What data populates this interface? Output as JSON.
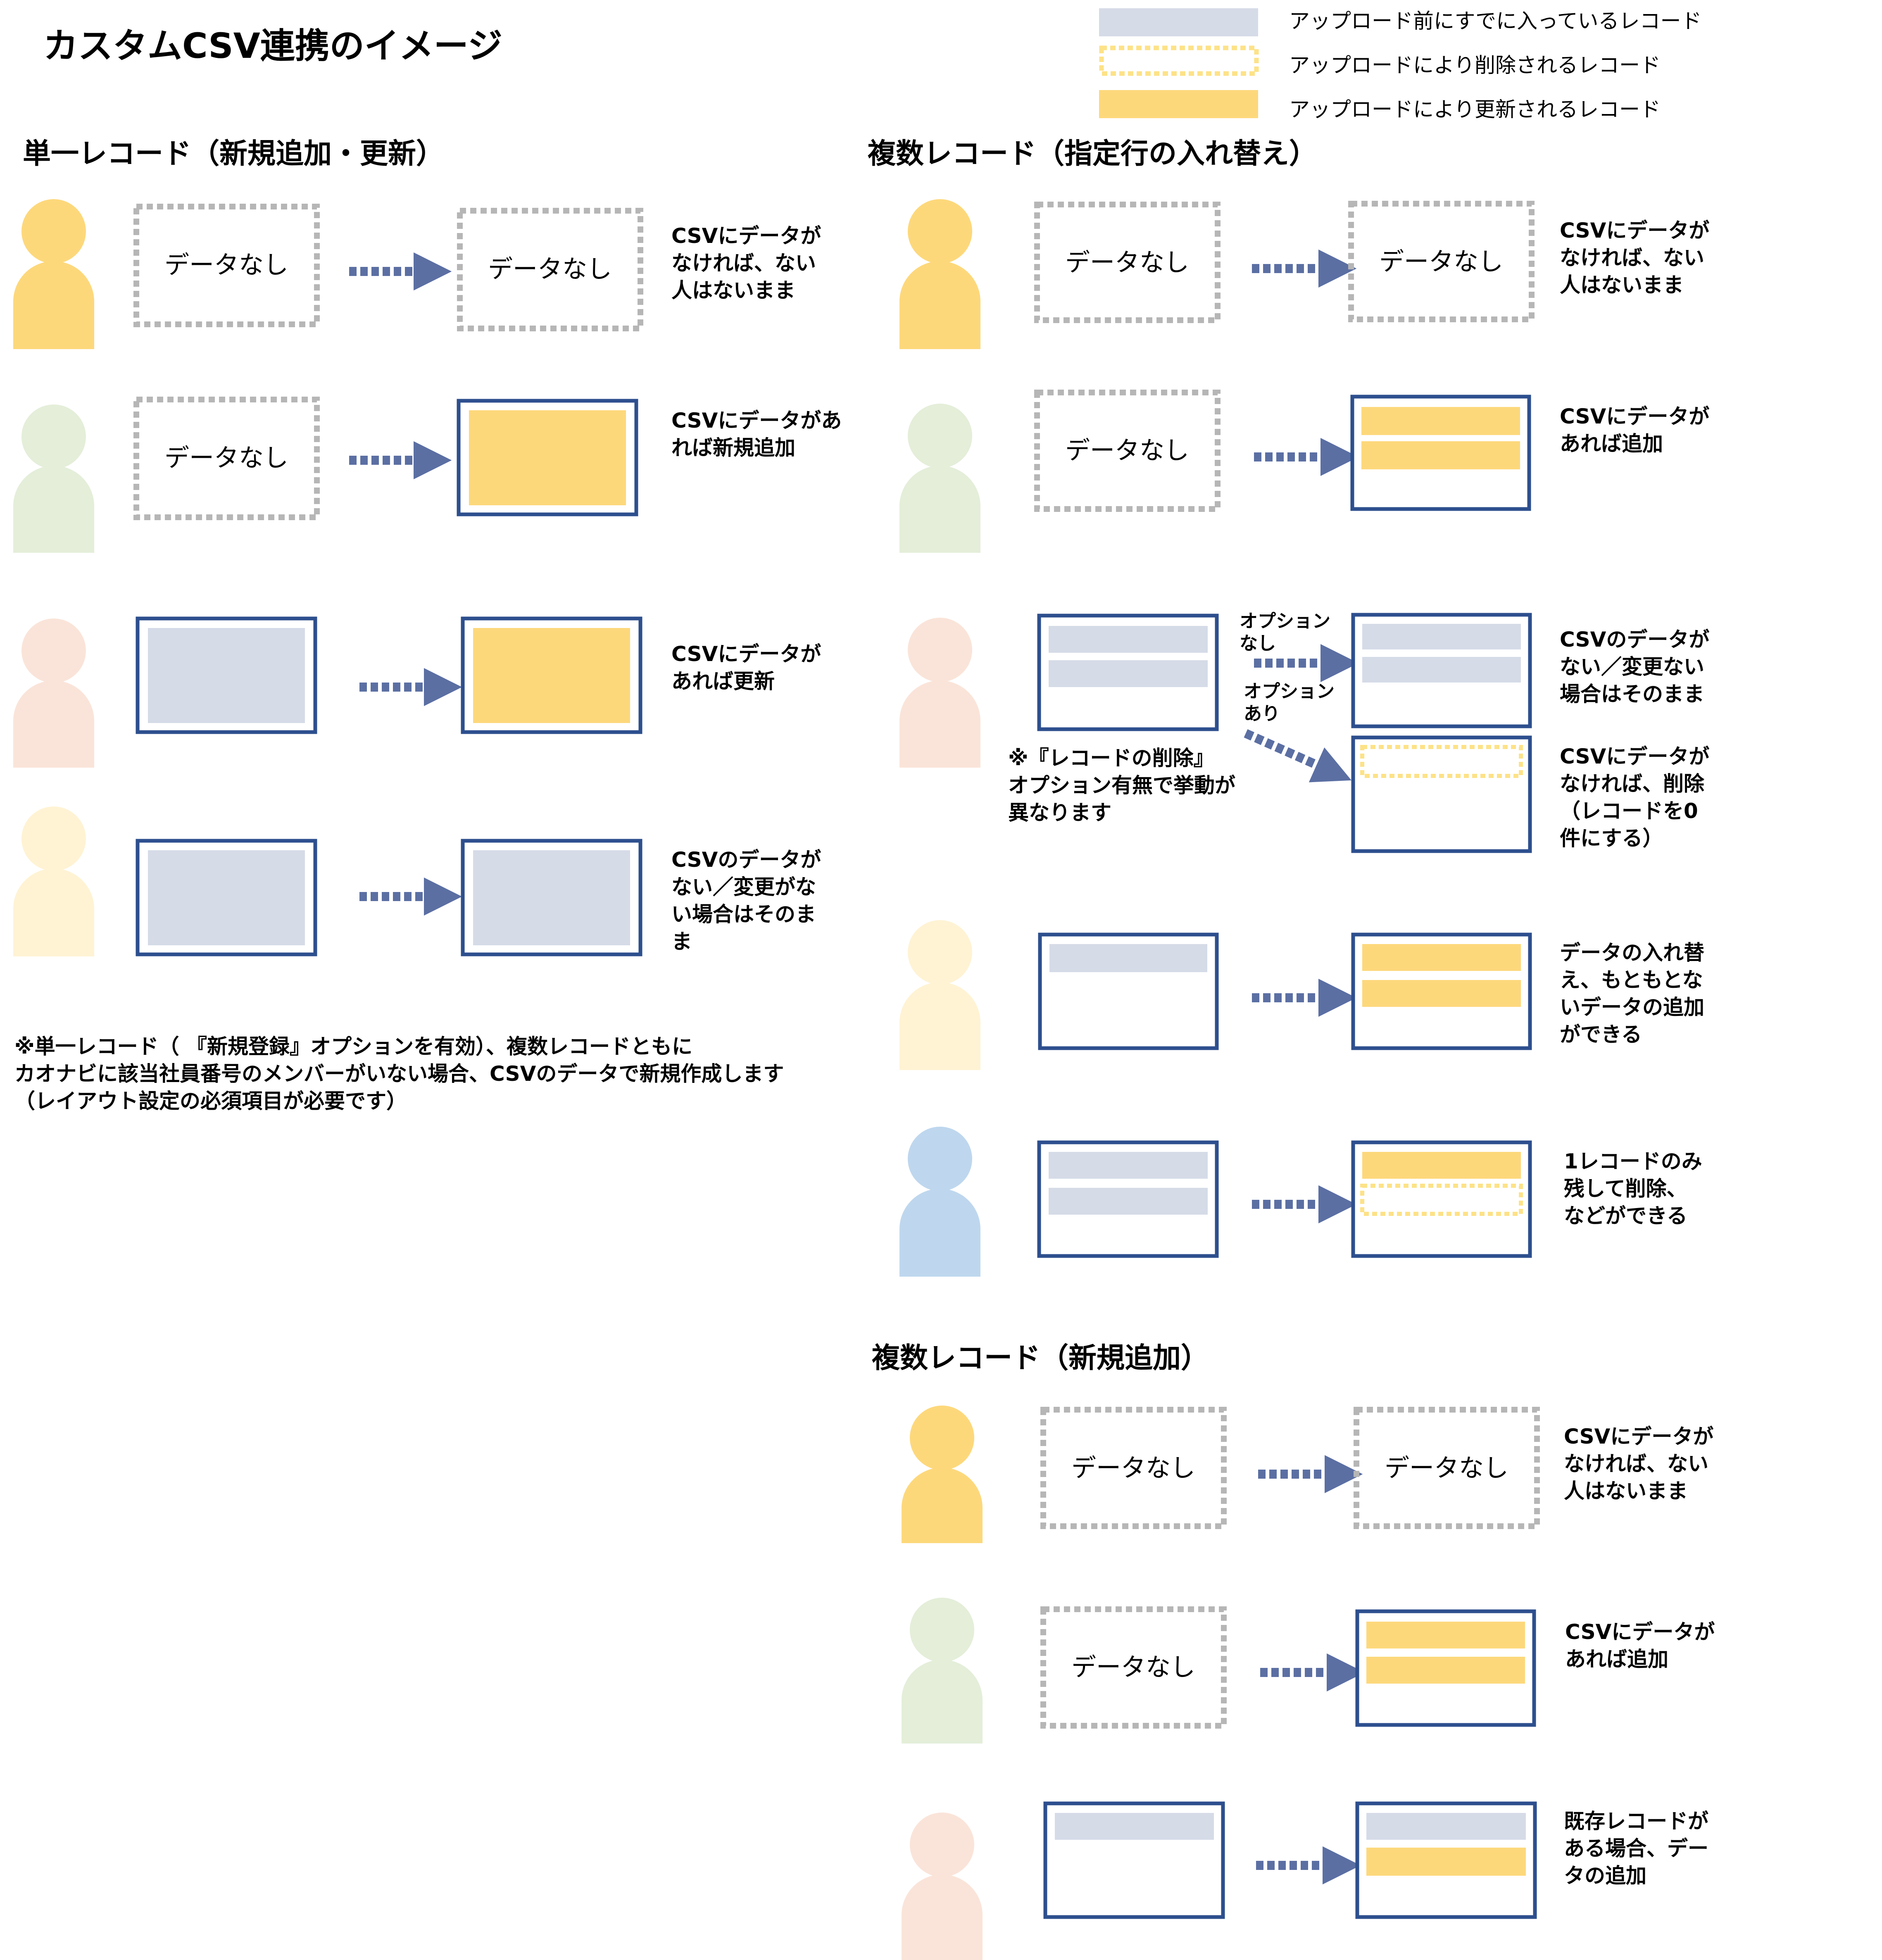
{
  "title": "カスタムCSV連携のイメージ",
  "colors": {
    "existing": "#d5dbe7",
    "updated": "#fdd87b",
    "deleted_border": "#fde287",
    "frame_border": "#2d4f8e",
    "empty_border": "#b6b6b6",
    "arrow": "#5b6fa3"
  },
  "legend": {
    "existing": "アップロード前にすでに入っているレコード",
    "deleted": "アップロードにより削除されるレコード",
    "updated": "アップロードにより更新されるレコード"
  },
  "empty_label": "データなし",
  "single": {
    "heading": "単一レコード（新規追加・更新）",
    "rows": [
      [
        "CSVにデータが",
        "なければ、ない",
        "人はないまま"
      ],
      [
        "CSVにデータがあ",
        "れば新規追加"
      ],
      [
        "CSVにデータが",
        "あれば更新"
      ],
      [
        "CSVのデータが",
        "ない／変更がな",
        "い場合はそのま",
        "ま"
      ]
    ],
    "footnote": [
      "※単一レコード（ 『新規登録』オプションを有効）、複数レコードともに",
      "カオナビに該当社員番号のメンバーがいない場合、CSVのデータで新規作成します",
      "（レイアウト設定の必須項目が必要です）"
    ]
  },
  "multi_replace": {
    "heading": "複数レコード（指定行の入れ替え）",
    "option_none": [
      "オプション",
      "なし"
    ],
    "option_yes": [
      "オプション",
      "あり"
    ],
    "option_note": [
      "※『レコードの削除』",
      "オプション有無で挙動が",
      "異なります"
    ],
    "rows": [
      [
        "CSVにデータが",
        "なければ、ない",
        "人はないまま"
      ],
      [
        "CSVにデータが",
        "あれば追加"
      ],
      [
        "CSVのデータが",
        "ない／変更ない",
        "場合はそのまま"
      ],
      [
        "CSVにデータが",
        "なければ、削除",
        "（レコードを0",
        "件にする）"
      ],
      [
        "データの入れ替",
        "え、もともとな",
        "いデータの追加",
        "ができる"
      ],
      [
        "1レコードのみ",
        "残して削除、",
        "などができる"
      ]
    ]
  },
  "multi_add": {
    "heading": "複数レコード（新規追加）",
    "rows": [
      [
        "CSVにデータが",
        "なければ、ない",
        "人はないまま"
      ],
      [
        "CSVにデータが",
        "あれば追加"
      ],
      [
        "既存レコードが",
        "ある場合、デー",
        "タの追加"
      ]
    ]
  }
}
